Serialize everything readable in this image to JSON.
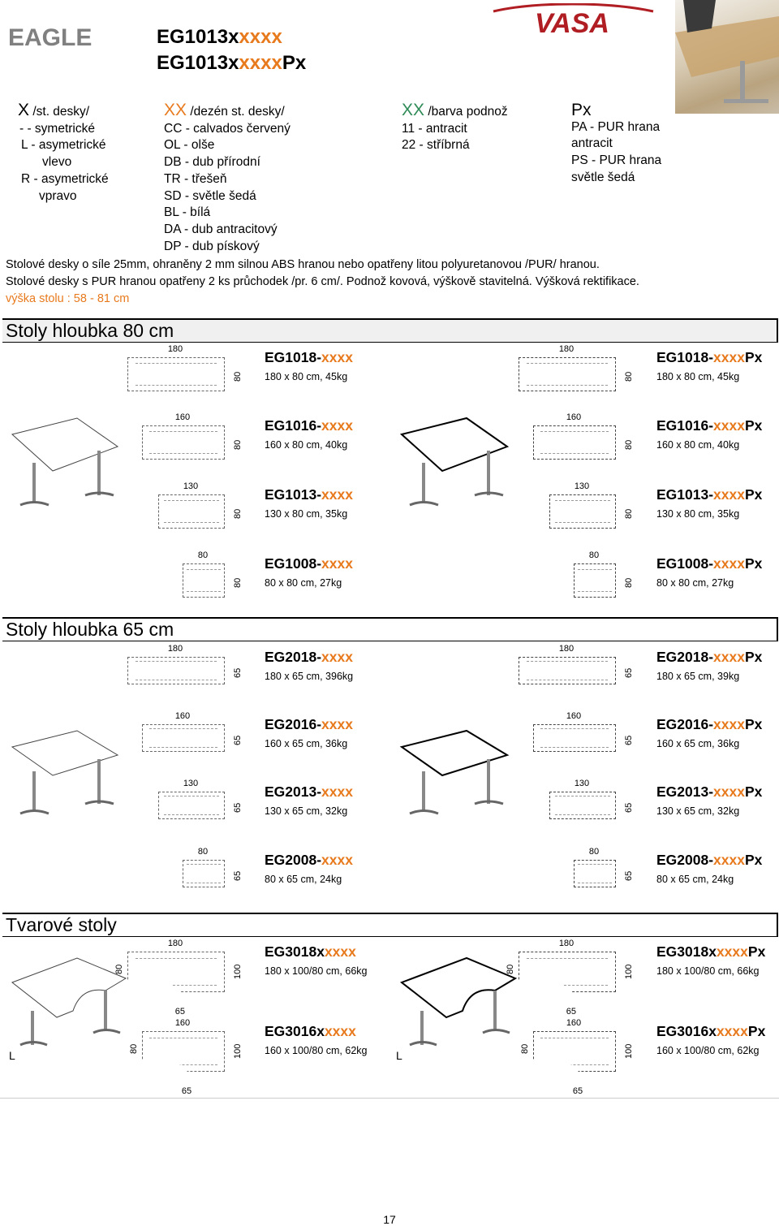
{
  "header": {
    "series": "EAGLE",
    "code1": {
      "base": "EG1013x",
      "var": "xxxx",
      "px": ""
    },
    "code2": {
      "base": "EG1013x",
      "var": "xxxx",
      "px": "Px"
    },
    "brand": "VASA"
  },
  "legend": {
    "x": {
      "head": "X",
      "title": "/st. desky/",
      "lines": [
        "- - symetrické",
        "L - asymetrické",
        "vlevo",
        "R - asymetrické",
        "vpravo"
      ]
    },
    "xx1": {
      "head": "XX",
      "title": "/dezén st. desky/",
      "lines": [
        "CC - calvados červený",
        "OL - olše",
        "DB - dub přírodní",
        "TR - třešeň",
        "SD - světle šedá",
        "BL - bílá",
        "DA - dub antracitový",
        "DP - dub pískový"
      ]
    },
    "xx2": {
      "head": "XX",
      "title": "/barva podnož",
      "lines": [
        "11 - antracit",
        "22 - stříbrná"
      ]
    },
    "px": {
      "head": "Px",
      "lines": [
        "PA - PUR hrana",
        "antracit",
        "PS - PUR hrana",
        "světle šedá"
      ]
    }
  },
  "notes": {
    "line1": "Stolové desky o síle 25mm, ohraněny 2 mm silnou ABS hranou nebo opatřeny litou polyuretanovou /PUR/ hranou.",
    "line2": "Stolové desky s PUR hranou opatřeny 2 ks průchodek /pr. 6 cm/. Podnož  kovová, výškově stavitelná. Výšková rektifikace.",
    "height": "výška stolu :   58 - 81 cm"
  },
  "sections": {
    "s80": "Stoly hloubka 80 cm",
    "s65": "Stoly hloubka 65 cm",
    "shaped": "Tvarové stoly"
  },
  "products": [
    {
      "row": 0,
      "left": {
        "w": "180",
        "h": "80",
        "base": "EG1018-",
        "var": "xxxx",
        "px": "",
        "desc": "180 x 80 cm, 45kg"
      },
      "right": {
        "w": "180",
        "h": "80",
        "base": "EG1018-",
        "var": "xxxx",
        "px": "Px",
        "desc": "180 x 80 cm, 45kg"
      }
    },
    {
      "row": 1,
      "left": {
        "w": "160",
        "h": "80",
        "base": "EG1016-",
        "var": "xxxx",
        "px": "",
        "desc": "160 x 80 cm, 40kg"
      },
      "right": {
        "w": "160",
        "h": "80",
        "base": "EG1016-",
        "var": "xxxx",
        "px": "Px",
        "desc": "160 x 80 cm, 40kg"
      }
    },
    {
      "row": 2,
      "left": {
        "w": "130",
        "h": "80",
        "base": "EG1013-",
        "var": "xxxx",
        "px": "",
        "desc": "130 x 80 cm, 35kg"
      },
      "right": {
        "w": "130",
        "h": "80",
        "base": "EG1013-",
        "var": "xxxx",
        "px": "Px",
        "desc": "130 x 80 cm, 35kg"
      }
    },
    {
      "row": 3,
      "left": {
        "w": "80",
        "h": "80",
        "base": "EG1008-",
        "var": "xxxx",
        "px": "",
        "desc": "80 x 80 cm, 27kg"
      },
      "right": {
        "w": "80",
        "h": "80",
        "base": "EG1008-",
        "var": "xxxx",
        "px": "Px",
        "desc": "80 x 80 cm, 27kg"
      }
    },
    {
      "row": 4,
      "left": {
        "w": "180",
        "h": "65",
        "base": "EG2018-",
        "var": "xxxx",
        "px": "",
        "desc": "180 x 65 cm, 396kg"
      },
      "right": {
        "w": "180",
        "h": "65",
        "base": "EG2018-",
        "var": "xxxx",
        "px": "Px",
        "desc": "180 x 65 cm, 39kg"
      }
    },
    {
      "row": 5,
      "left": {
        "w": "160",
        "h": "65",
        "base": "EG2016-",
        "var": "xxxx",
        "px": "",
        "desc": "160 x 65 cm, 36kg"
      },
      "right": {
        "w": "160",
        "h": "65",
        "base": "EG2016-",
        "var": "xxxx",
        "px": "Px",
        "desc": "160 x 65 cm, 36kg"
      }
    },
    {
      "row": 6,
      "left": {
        "w": "130",
        "h": "65",
        "base": "EG2013-",
        "var": "xxxx",
        "px": "",
        "desc": "130 x 65 cm, 32kg"
      },
      "right": {
        "w": "130",
        "h": "65",
        "base": "EG2013-",
        "var": "xxxx",
        "px": "Px",
        "desc": "130 x 65 cm, 32kg"
      }
    },
    {
      "row": 7,
      "left": {
        "w": "80",
        "h": "65",
        "base": "EG2008-",
        "var": "xxxx",
        "px": "",
        "desc": "80 x 65 cm, 24kg"
      },
      "right": {
        "w": "80",
        "h": "65",
        "base": "EG2008-",
        "var": "xxxx",
        "px": "Px",
        "desc": "80 x 65 cm, 24kg"
      }
    },
    {
      "row": 8,
      "left": {
        "w": "180",
        "h": "100",
        "h2": "80",
        "w2": "65",
        "base": "EG3018x",
        "var": "xxxx",
        "px": "",
        "desc": "180 x 100/80 cm, 66kg"
      },
      "right": {
        "w": "180",
        "h": "100",
        "h2": "80",
        "w2": "65",
        "base": "EG3018x",
        "var": "xxxx",
        "px": "Px",
        "desc": "180 x 100/80 cm, 66kg"
      }
    },
    {
      "row": 9,
      "left": {
        "w": "160",
        "h": "100",
        "h2": "80",
        "w2": "65",
        "side": "L",
        "base": "EG3016x",
        "var": "xxxx",
        "px": "",
        "desc": "160 x 100/80 cm, 62kg"
      },
      "right": {
        "w": "160",
        "h": "100",
        "h2": "80",
        "w2": "65",
        "side": "L",
        "base": "EG3016x",
        "var": "xxxx",
        "px": "Px",
        "desc": "160 x 100/80 cm, 62kg"
      }
    }
  ],
  "page_number": "17",
  "colors": {
    "variant": "#e87a1e",
    "variant2": "#2e8b57",
    "brand": "#b01e23",
    "section_bg": "#f0f0f0"
  }
}
